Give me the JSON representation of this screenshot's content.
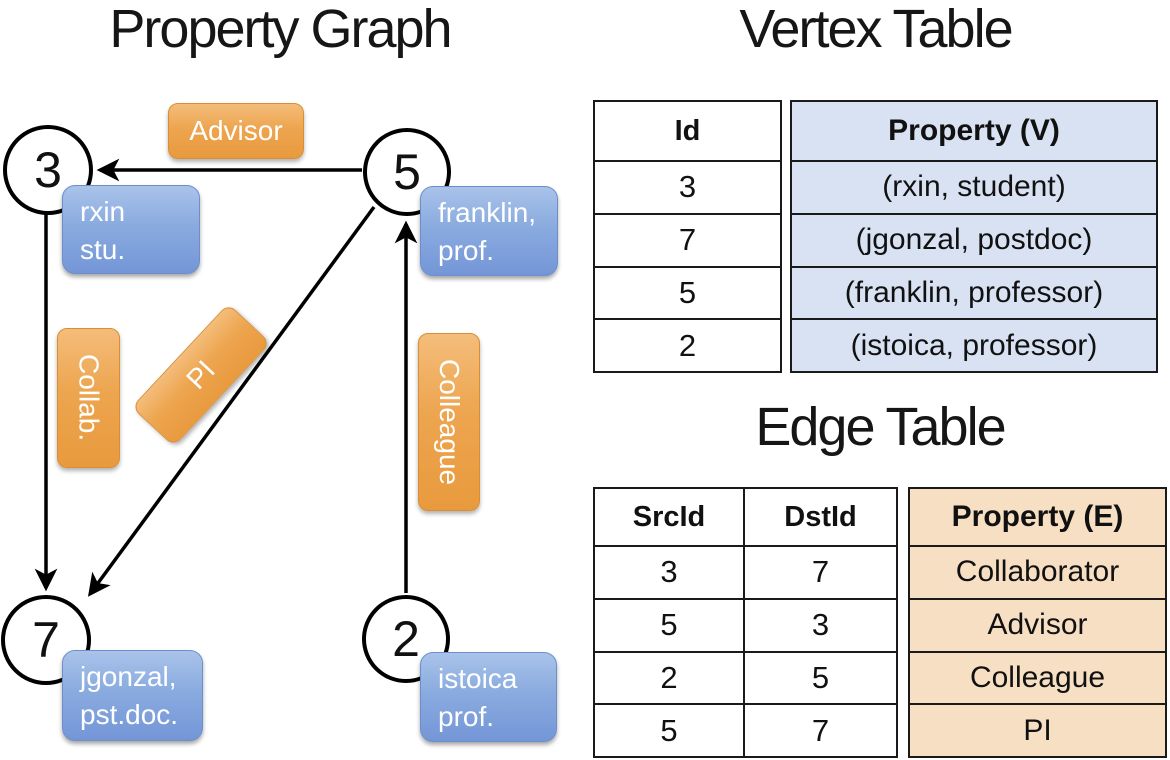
{
  "titles": {
    "graph": "Property Graph",
    "vertex_table": "Vertex Table",
    "edge_table": "Edge Table"
  },
  "colors": {
    "edge_label_orange": "#EDA54F",
    "vertex_label_blue": "#8AABDF",
    "vertex_property_column_bg": "#D8E2F3",
    "edge_property_column_bg": "#F6DFC3",
    "table_border": "#1A1A1A"
  },
  "graph": {
    "vertices": [
      {
        "id": "3",
        "label_lines": [
          "rxin",
          "stu."
        ]
      },
      {
        "id": "5",
        "label_lines": [
          "franklin,",
          "prof."
        ]
      },
      {
        "id": "7",
        "label_lines": [
          "jgonzal,",
          "pst.doc."
        ]
      },
      {
        "id": "2",
        "label_lines": [
          "istoica",
          "prof."
        ]
      }
    ],
    "edge_labels": [
      "Advisor",
      "Collab.",
      "PI",
      "Colleague"
    ]
  },
  "vertex_table": {
    "headers": {
      "id": "Id",
      "property": "Property (V)"
    },
    "rows": [
      {
        "id": "3",
        "property": "(rxin, student)"
      },
      {
        "id": "7",
        "property": "(jgonzal, postdoc)"
      },
      {
        "id": "5",
        "property": "(franklin, professor)"
      },
      {
        "id": "2",
        "property": "(istoica, professor)"
      }
    ]
  },
  "edge_table": {
    "headers": {
      "src": "SrcId",
      "dst": "DstId",
      "property": "Property (E)"
    },
    "rows": [
      {
        "src": "3",
        "dst": "7",
        "property": "Collaborator"
      },
      {
        "src": "5",
        "dst": "3",
        "property": "Advisor"
      },
      {
        "src": "2",
        "dst": "5",
        "property": "Colleague"
      },
      {
        "src": "5",
        "dst": "7",
        "property": "PI"
      }
    ]
  }
}
